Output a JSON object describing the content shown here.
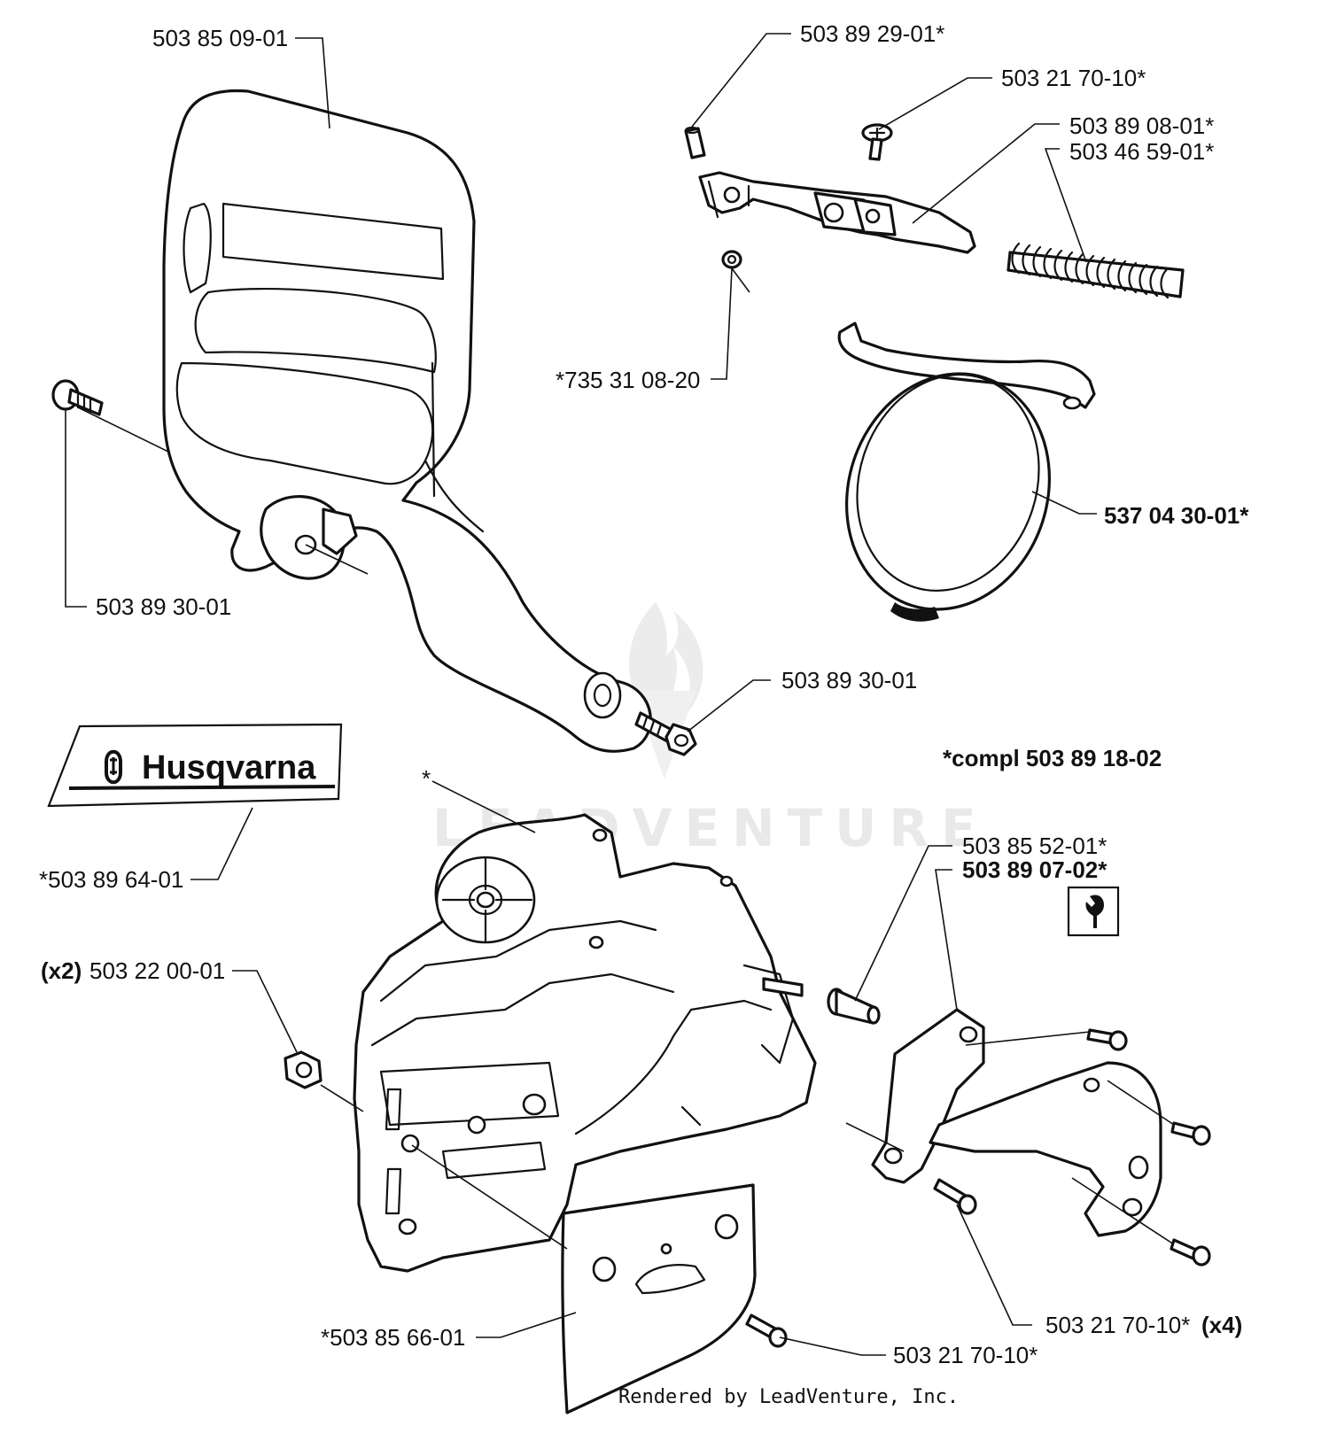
{
  "labels": {
    "chain_guard": "503 85 09-01",
    "lever_pin": "503 89 29-01*",
    "screw_top": "503 21 70-10*",
    "lever_assy": "503 89 08-01*",
    "spring": "503 46 59-01*",
    "circlip": "*735 31 08-20",
    "brake_band": "537 04 30-01*",
    "bolt_left": "503 89 30-01",
    "bolt_lower": "503 89 30-01",
    "compl_note": "*compl 503 89 18-02",
    "decal": "*503 89 64-01",
    "asterisk_cover": "*",
    "pin_cover": "503 85 52-01*",
    "chain_catcher": "503 89 07-02*",
    "nut_qty": "(x2)",
    "nut": "503 22 00-01",
    "plate": "*503 85 66-01",
    "screw_plate": "503 21 70-10*",
    "screw_x4": "503 21 70-10*",
    "screw_x4_qty": "(x4)"
  },
  "logo": {
    "brand": "Husqvarna"
  },
  "tool_icon": "wrench-icon",
  "watermark": "LEADVENTURE",
  "credit": "Rendered by LeadVenture, Inc."
}
